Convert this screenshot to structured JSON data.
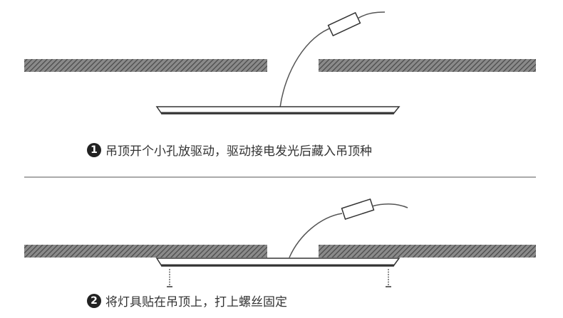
{
  "steps": [
    {
      "number": "1",
      "text": "吊顶开个小孔放驱动，驱动接电发光后藏入吊顶种"
    },
    {
      "number": "2",
      "text": "将灯具贴在吊顶上，打上螺丝固定"
    }
  ],
  "colors": {
    "hatch": "#5a5a5a",
    "line": "#444444",
    "text": "#333333"
  }
}
